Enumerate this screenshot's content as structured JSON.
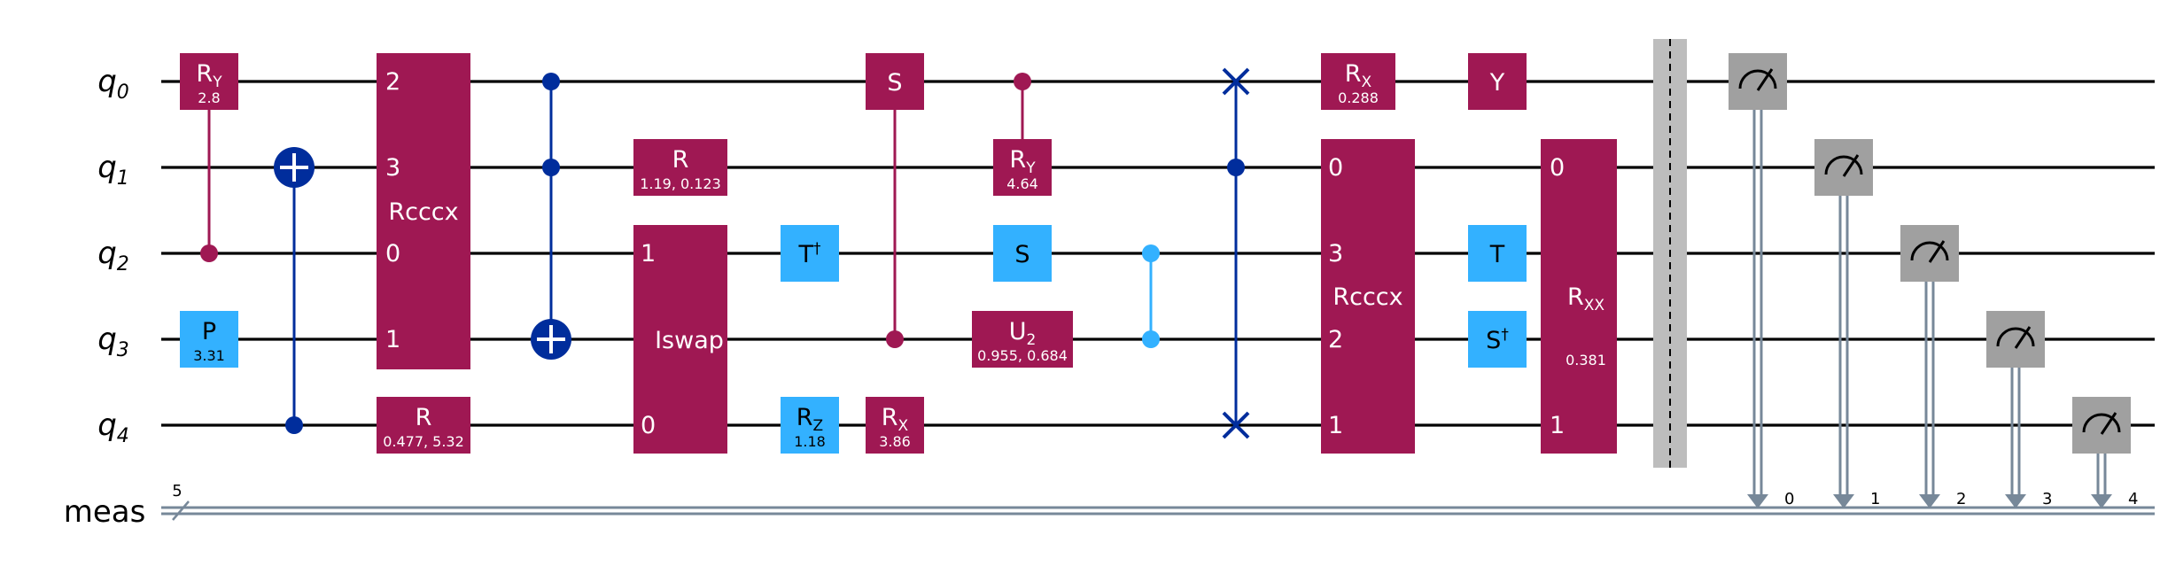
{
  "colors": {
    "magenta": "#9F1853",
    "blue": "#002D9C",
    "light_blue": "#33B1FF",
    "gray": "#A0A0A0",
    "classical_wire": "#778899",
    "barrier": "#BDBDBD"
  },
  "wires": {
    "quantum": [
      {
        "name": "q",
        "index": "0"
      },
      {
        "name": "q",
        "index": "1"
      },
      {
        "name": "q",
        "index": "2"
      },
      {
        "name": "q",
        "index": "3"
      },
      {
        "name": "q",
        "index": "4"
      }
    ],
    "classical": {
      "name": "meas",
      "width": "5"
    }
  },
  "gates": [
    {
      "id": "ry-q0",
      "label": "R",
      "sub": "Y",
      "param": "2.8"
    },
    {
      "id": "p-q3",
      "label": "P",
      "sub": "",
      "param": "3.31"
    },
    {
      "id": "rcccx-1",
      "label": "Rcccx",
      "ports": [
        "2",
        "3",
        "0",
        "1"
      ]
    },
    {
      "id": "r-q4",
      "label": "R",
      "sub": "",
      "param": "0.477, 5.32"
    },
    {
      "id": "r-q1",
      "label": "R",
      "sub": "",
      "param": "1.19, 0.123"
    },
    {
      "id": "iswap",
      "label": "Iswap",
      "ports": [
        "1",
        "0"
      ]
    },
    {
      "id": "tdg-q2",
      "label": "T",
      "sub": "",
      "sup": "†"
    },
    {
      "id": "rz-q4",
      "label": "R",
      "sub": "Z",
      "param": "1.18"
    },
    {
      "id": "s-q0",
      "label": "S"
    },
    {
      "id": "rx-q4",
      "label": "R",
      "sub": "X",
      "param": "3.86"
    },
    {
      "id": "cry-q1",
      "label": "R",
      "sub": "Y",
      "param": "4.64"
    },
    {
      "id": "s-q2",
      "label": "S"
    },
    {
      "id": "u2-q3",
      "label": "U",
      "sub": "2",
      "param": "0.955, 0.684"
    },
    {
      "id": "rx-q0",
      "label": "R",
      "sub": "X",
      "param": "0.288"
    },
    {
      "id": "y-q0",
      "label": "Y"
    },
    {
      "id": "rcccx-2",
      "label": "Rcccx",
      "ports": [
        "0",
        "3",
        "2",
        "1"
      ]
    },
    {
      "id": "t-q2",
      "label": "T"
    },
    {
      "id": "sdg-q3",
      "label": "S",
      "sup": "†"
    },
    {
      "id": "rxx",
      "label": "R",
      "sub": "XX",
      "param": "0.381",
      "ports": [
        "0",
        "1"
      ]
    }
  ],
  "measure_bits": [
    "0",
    "1",
    "2",
    "3",
    "4"
  ]
}
